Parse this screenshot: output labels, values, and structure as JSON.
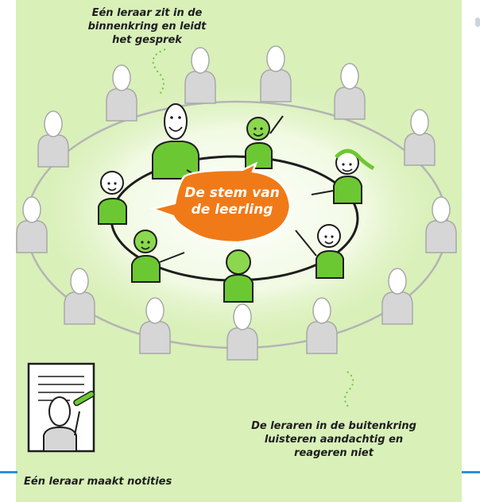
{
  "captions": {
    "top_line1": "Eén leraar zit in de",
    "top_line2": "binnenkring en leidt",
    "top_line3": "het gesprek",
    "bottom_right_line1": "De leraren in de buitenkring",
    "bottom_right_line2": "luisteren aandachtig en",
    "bottom_right_line3": "reageren niet",
    "bottom_left": "Eén leraar maakt notities"
  },
  "center_bubble": {
    "line1": "De stem van",
    "line2": "de leerling"
  },
  "colors": {
    "background": "#d9f0b9",
    "bubble": "#f07a18",
    "inner_figure": "#6cc832",
    "outer_figure": "#d6d6d6",
    "accent_line": "#2f8fd6"
  }
}
